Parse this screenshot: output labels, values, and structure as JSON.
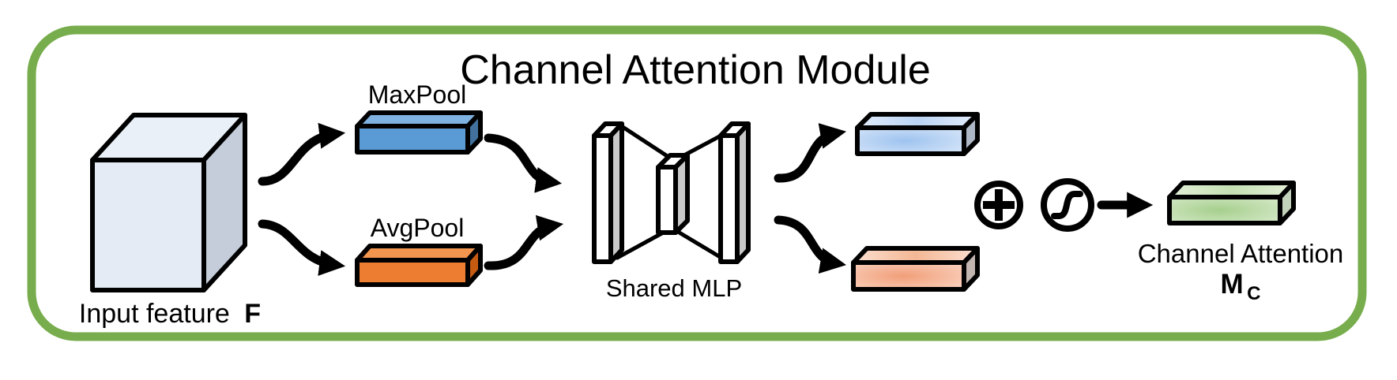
{
  "diagram": {
    "title": "Channel Attention Module",
    "input": {
      "label": "Input feature",
      "symbol": "F"
    },
    "maxpool_label": "MaxPool",
    "avgpool_label": "AvgPool",
    "mlp_label": "Shared MLP",
    "output": {
      "label": "Channel Attention",
      "symbol": "M",
      "subscript": "C"
    },
    "icons": {
      "add": "circled-plus",
      "sigmoid": "circled-sigmoid-curve",
      "arrow": "flow-arrow"
    },
    "colors": {
      "border_green": "#77AD4C",
      "outline": "#000000",
      "text": "#000000",
      "cube_front": "#E4EBF4",
      "cube_top": "#EAF0F7",
      "cube_side": "#C4CDD9",
      "maxpool_front": "#5B9BD5",
      "maxpool_top": "#7FB2E0",
      "maxpool_side": "#41719C",
      "avgpool_front": "#ED7D31",
      "avgpool_top": "#F1954F",
      "avgpool_side": "#C55A11",
      "mlp_face": "#FFFFFF",
      "mlp_side": "#C9C9C9",
      "out_blue_center": "#9EC3EF",
      "out_blue_edge": "#DEEAFA",
      "out_blue_top_a": "#BAD3F4",
      "out_blue_top_b": "#E3EDFB",
      "out_blue_side": "#ADB7C6",
      "out_salmon_center": "#F19F79",
      "out_salmon_edge": "#FBD9C9",
      "out_salmon_top_a": "#F3B795",
      "out_salmon_top_b": "#FBE0D1",
      "out_salmon_side": "#C2B4AF",
      "attn_green_center": "#A6CF8D",
      "attn_green_edge": "#DCEDD1",
      "attn_green_top_a": "#C5E0B3",
      "attn_green_top_b": "#E3F0D9",
      "attn_green_side": "#C3D2BA"
    }
  }
}
